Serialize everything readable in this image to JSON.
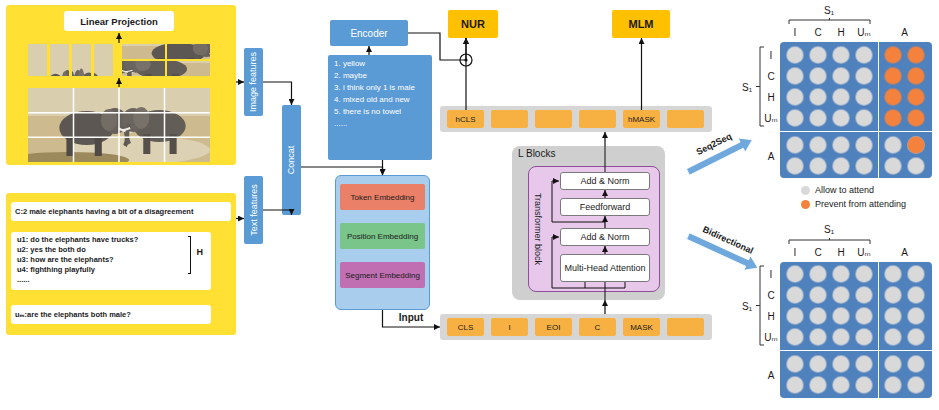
{
  "diagram": {
    "nodes": [
      {
        "text": []
      },
      {
        "text": [
          "Linear Projection"
        ],
        "in": 0
      },
      {
        "text": []
      },
      {
        "text": [
          "C:2 male elephants having a bit of a disagreement"
        ],
        "in": 2
      },
      {
        "text": [
          "u1: do the elephants have trucks?",
          "u2: yes the both do",
          "u3: how are the elephants?",
          "u4: fighthing playfully",
          "......",
          "H"
        ],
        "in": 2
      },
      {
        "text": [
          "uₘ:are the elephants both male?"
        ],
        "in": 2
      },
      {
        "text": [
          "Image features"
        ]
      },
      {
        "text": [
          "Text features"
        ]
      },
      {
        "text": [
          "Concat"
        ]
      },
      {
        "text": [
          "Encoder"
        ]
      },
      {
        "text": [
          "1. yellow",
          "2. maybe",
          "3. i think only 1 is male",
          "4. mixed old and new",
          "5. there is no towel",
          "......"
        ]
      },
      {
        "text": []
      },
      {
        "text": [
          "Token Embedding"
        ],
        "in": 11
      },
      {
        "text": [
          "Position Embedding"
        ],
        "in": 11
      },
      {
        "text": [
          "Segment Embedding"
        ],
        "in": 11
      },
      {
        "text": []
      },
      {
        "text": [
          "CLS"
        ],
        "in": 15
      },
      {
        "text": [
          "I"
        ],
        "in": 15
      },
      {
        "text": [
          "EOI"
        ],
        "in": 15
      },
      {
        "text": [
          "C"
        ],
        "in": 15
      },
      {
        "text": [
          "MASK"
        ],
        "in": 15
      },
      {
        "text": [
          "L Blocks"
        ]
      },
      {
        "text": [
          "Transformer block"
        ],
        "in": 21
      },
      {
        "text": [
          "Add & Norm"
        ],
        "in": 22
      },
      {
        "text": [
          "Feedforward"
        ],
        "in": 22
      },
      {
        "text": [
          "Add & Norm"
        ],
        "in": 22
      },
      {
        "text": [
          "Multi-Head Attention"
        ],
        "in": 22
      },
      {
        "text": []
      },
      {
        "text": [
          "hCLS"
        ],
        "in": 27
      },
      {
        "text": [
          "hMASK"
        ],
        "in": 27
      },
      {
        "text": [
          "NUR"
        ]
      },
      {
        "text": [
          "MLM"
        ]
      }
    ],
    "edges": [
      {
        "from": 0,
        "to": 6,
        "arrow": "to"
      },
      {
        "from": 2,
        "to": 7,
        "arrow": "to"
      },
      {
        "from": 6,
        "to": 8,
        "arrow": "to"
      },
      {
        "from": 7,
        "to": 8,
        "arrow": "to"
      },
      {
        "from": 8,
        "to": 11,
        "arrow": "to"
      },
      {
        "from": 10,
        "to": 11,
        "arrow": "to"
      },
      {
        "from": 10,
        "to": 9,
        "arrow": "to"
      },
      {
        "from": 11,
        "to": 15,
        "label": "Input",
        "arrow": "to"
      },
      {
        "from": 15,
        "to": 21,
        "arrow": "to"
      },
      {
        "from": 26,
        "to": 25,
        "arrow": "to"
      },
      {
        "from": 25,
        "to": 24,
        "arrow": "to"
      },
      {
        "from": 24,
        "to": 23,
        "arrow": "to"
      },
      {
        "from": 21,
        "to": 27,
        "arrow": "to"
      },
      {
        "from": 28,
        "to": 30,
        "arrow": "to"
      },
      {
        "from": 9,
        "to": 30,
        "arrow": "to"
      },
      {
        "from": 29,
        "to": 31,
        "arrow": "to"
      }
    ],
    "labels": [
      "S₁",
      "I",
      "C",
      "H",
      "Uₘ",
      "A",
      "S₁",
      "I",
      "C",
      "H",
      "Uₘ",
      "A",
      "Seq2Seq",
      "Bidirectional",
      "S₁",
      "I",
      "C",
      "H",
      "Uₘ",
      "A",
      "S₁",
      "I",
      "C",
      "H",
      "Uₘ",
      "A"
    ],
    "legend": [
      {
        "text": "Allow to attend",
        "color": "#d9d9d9"
      },
      {
        "text": "Prevent from attending",
        "color": "#f4813c"
      }
    ]
  }
}
